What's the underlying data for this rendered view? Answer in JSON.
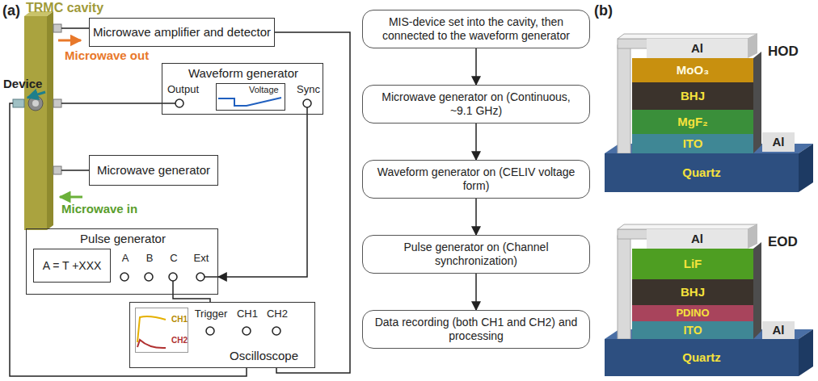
{
  "diagram": {
    "nodes": [
      {
        "text": [
          "TRMC cavity"
        ]
      },
      {
        "text": [
          "Microwave amplifier and detector"
        ]
      },
      {
        "text": [
          "Waveform generator",
          "Output",
          "Sync"
        ]
      },
      {
        "text": [
          "Voltage"
        ],
        "in": 2
      },
      {
        "text": [
          "Microwave generator"
        ]
      },
      {
        "text": [
          "Pulse generator",
          "A",
          "B",
          "C",
          "Ext"
        ]
      },
      {
        "text": [
          "A = T +XXX"
        ],
        "in": 5
      },
      {
        "text": [
          "Trigger",
          "CH1",
          "CH2",
          "Oscilloscope"
        ]
      },
      {
        "text": [
          "CH1",
          "CH2"
        ],
        "in": 7
      },
      {
        "text": [
          "MIS-device set into the cavity, then connected to the waveform generator"
        ]
      },
      {
        "text": [
          "Microwave generator on (Continuous, ~9.1 GHz)"
        ]
      },
      {
        "text": [
          "Waveform generator on (CELIV voltage form)"
        ]
      },
      {
        "text": [
          "Pulse generator on (Channel synchronization)"
        ]
      },
      {
        "text": [
          "Data recording (both CH1 and CH2) and processing"
        ]
      },
      {
        "text": [
          "Al"
        ]
      },
      {
        "text": [
          "MoO₃"
        ]
      },
      {
        "text": [
          "BHJ"
        ]
      },
      {
        "text": [
          "MgF₂"
        ]
      },
      {
        "text": [
          "Al"
        ]
      },
      {
        "text": [
          "ITO"
        ]
      },
      {
        "text": [
          "Quartz"
        ]
      },
      {
        "text": [
          "Al"
        ]
      },
      {
        "text": [
          "LiF"
        ]
      },
      {
        "text": [
          "BHJ"
        ]
      },
      {
        "text": [
          "PDINO"
        ]
      },
      {
        "text": [
          "Al"
        ]
      },
      {
        "text": [
          "ITO"
        ]
      },
      {
        "text": [
          "Quartz"
        ]
      }
    ],
    "edges": [
      {
        "from": 0,
        "to": 1,
        "arrow": "none"
      },
      {
        "from": 0,
        "to": 2,
        "arrow": "none"
      },
      {
        "from": 4,
        "to": 0,
        "arrow": "none"
      },
      {
        "from": 2,
        "to": 5,
        "arrow": "to"
      },
      {
        "from": 5,
        "to": 7,
        "arrow": "none"
      },
      {
        "from": 1,
        "to": 7,
        "arrow": "none"
      },
      {
        "from": 9,
        "to": 10,
        "arrow": "to"
      },
      {
        "from": 10,
        "to": 11,
        "arrow": "to"
      },
      {
        "from": 11,
        "to": 12,
        "arrow": "to"
      },
      {
        "from": 12,
        "to": 13,
        "arrow": "to"
      }
    ],
    "labels": [
      "(a)",
      "Device",
      "Microwave out",
      "Microwave in",
      "(b)",
      "HOD",
      "EOD"
    ]
  }
}
